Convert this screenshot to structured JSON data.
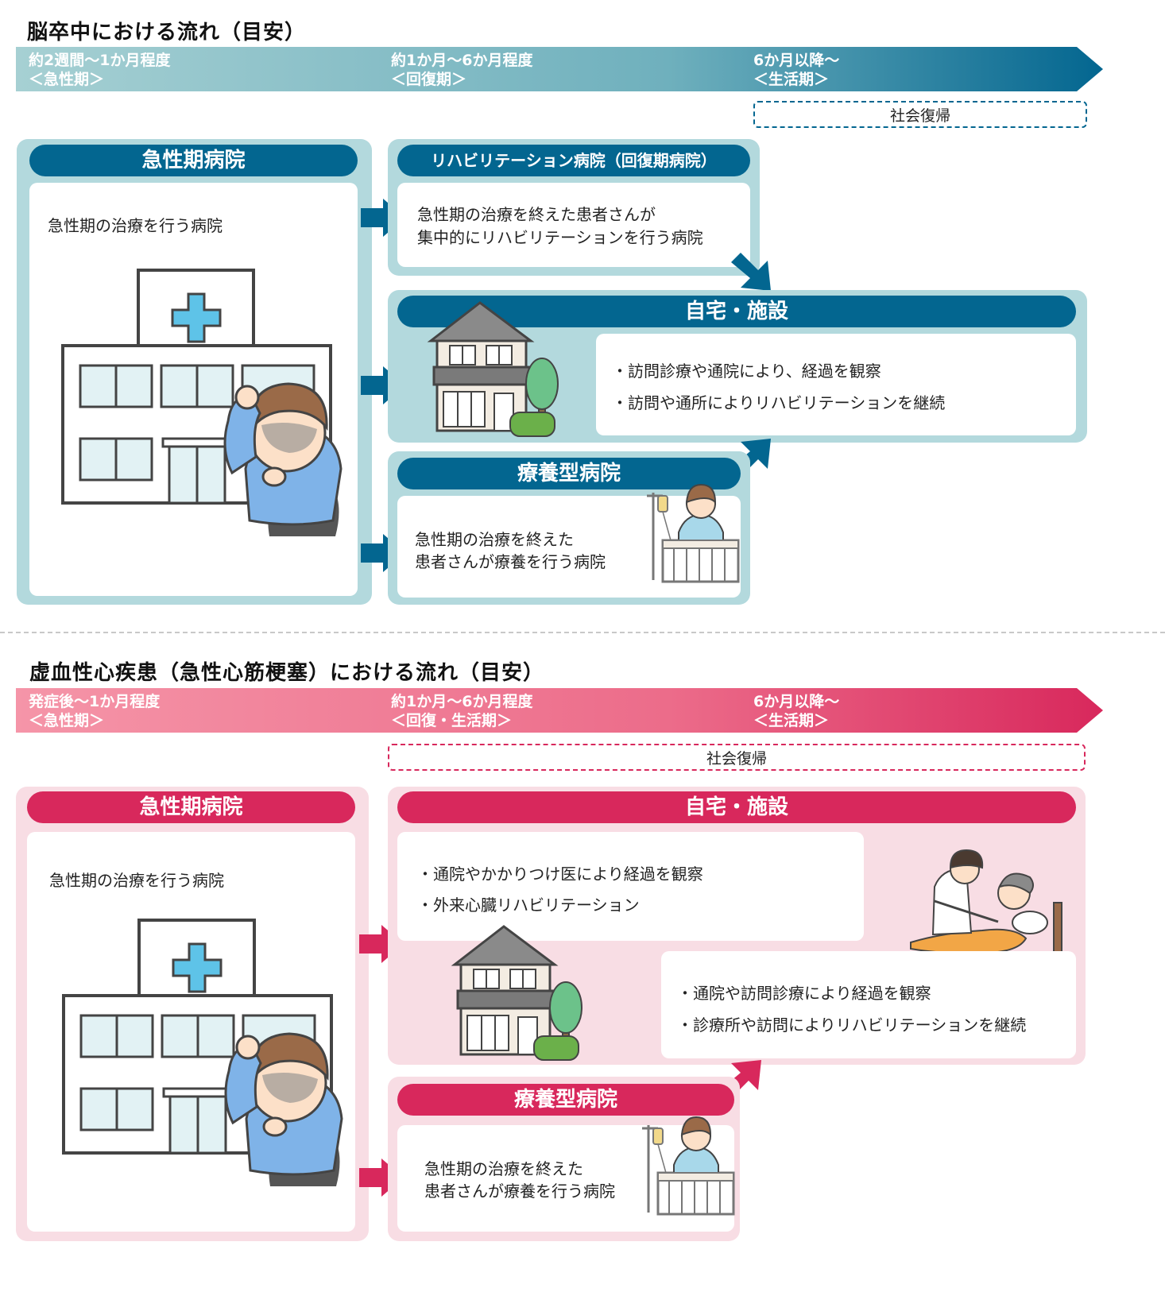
{
  "colors": {
    "stroke_primary": "#036690",
    "stroke_panel": "#b3d9dd",
    "stroke_grad_start": "#a6d0d3",
    "mi_primary": "#d8285c",
    "mi_panel": "#f8dde4",
    "mi_grad_start": "#f595a8"
  },
  "stroke": {
    "title": "脳卒中における流れ（目安）",
    "timeline": [
      {
        "line1": "約2週間〜1か月程度",
        "line2": "＜急性期＞"
      },
      {
        "line1": "約1か月〜6か月程度",
        "line2": "＜回復期＞"
      },
      {
        "line1": "6か月以降〜",
        "line2": "＜生活期＞"
      }
    ],
    "social_return": "社会復帰",
    "acute": {
      "header": "急性期病院",
      "desc": "急性期の治療を行う病院"
    },
    "rehab": {
      "header": "リハビリテーション病院（回復期病院）",
      "desc_line1": "急性期の治療を終えた患者さんが",
      "desc_line2": "集中的にリハビリテーションを行う病院"
    },
    "home": {
      "header": "自宅・施設",
      "bullets": [
        "・訪問診療や通院により、経過を観察",
        "・訪問や通所によりリハビリテーションを継続"
      ]
    },
    "care": {
      "header": "療養型病院",
      "desc_line1": "急性期の治療を終えた",
      "desc_line2": "患者さんが療養を行う病院"
    }
  },
  "mi": {
    "title": "虚血性心疾患（急性心筋梗塞）における流れ（目安）",
    "timeline": [
      {
        "line1": "発症後〜1か月程度",
        "line2": "＜急性期＞"
      },
      {
        "line1": "約1か月〜6か月程度",
        "line2": "＜回復・生活期＞"
      },
      {
        "line1": "6か月以降〜",
        "line2": "＜生活期＞"
      }
    ],
    "social_return": "社会復帰",
    "acute": {
      "header": "急性期病院",
      "desc": "急性期の治療を行う病院"
    },
    "home": {
      "header": "自宅・施設",
      "bullets1": [
        "・通院やかかりつけ医により経過を観察",
        "・外来心臓リハビリテーション"
      ],
      "bullets2": [
        "・通院や訪問診療により経過を観察",
        "・診療所や訪問によりリハビリテーションを継続"
      ]
    },
    "care": {
      "header": "療養型病院",
      "desc_line1": "急性期の治療を終えた",
      "desc_line2": "患者さんが療養を行う病院"
    }
  }
}
